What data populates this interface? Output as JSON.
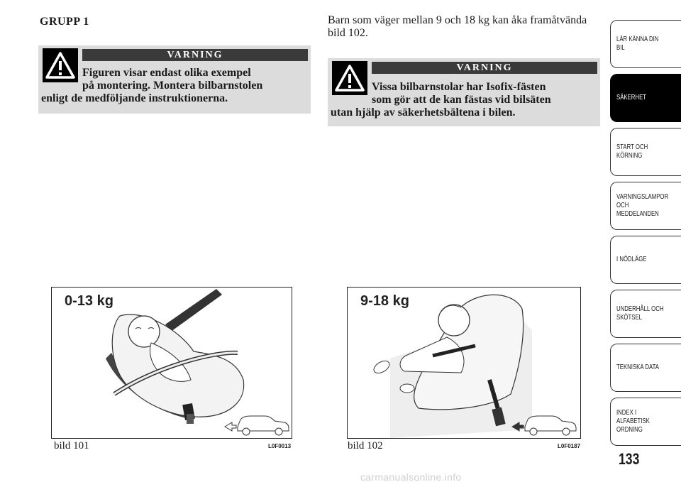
{
  "group_heading": "GRUPP 1",
  "intro_text": "Barn som väger mellan 9 och 18 kg kan åka framåtvända bild 102.",
  "warnings": [
    {
      "title": "VARNING",
      "line1": "Figuren visar endast olika exempel",
      "line2": "på montering. Montera bilbarnstolen",
      "line3": "enligt de medföljande instruktionerna."
    },
    {
      "title": "VARNING",
      "line1": "Vissa bilbarnstolar har Isofix-fästen",
      "line2": "som gör att de kan fästas vid bilsäten",
      "line3": "utan hjälp av säkerhetsbältena i bilen."
    }
  ],
  "figures": [
    {
      "weight_label": "0-13 kg",
      "caption": "bild 101",
      "code": "L0F0013"
    },
    {
      "weight_label": "9-18 kg",
      "caption": "bild 102",
      "code": "L0F0187"
    }
  ],
  "side_tabs": [
    {
      "label": "LÄR KÄNNA DIN\nBIL",
      "active": false
    },
    {
      "label": "SÄKERHET",
      "active": true
    },
    {
      "label": "START OCH\nKÖRNING",
      "active": false
    },
    {
      "label": "VARNINGSLAMPOR\nOCH\nMEDDELANDEN",
      "active": false
    },
    {
      "label": "I NÖDLÄGE",
      "active": false
    },
    {
      "label": "UNDERHÅLL OCH\nSKÖTSEL",
      "active": false
    },
    {
      "label": "TEKNISKA DATA",
      "active": false
    },
    {
      "label": "INDEX I\nALFABETISK\nORDNING",
      "active": false
    }
  ],
  "page_number": "133",
  "watermark": "carmanualsonline.info",
  "colors": {
    "warning_bg": "#dcdcdc",
    "title_bar": "#3a3a3a",
    "active_tab": "#000000"
  }
}
